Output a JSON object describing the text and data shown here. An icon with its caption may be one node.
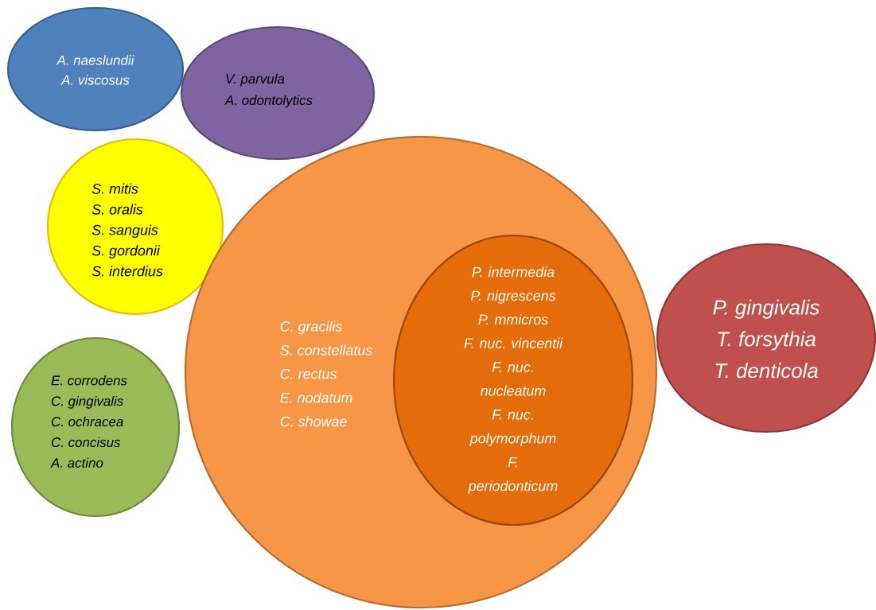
{
  "diagram": {
    "nodes": [
      {
        "text": [
          "A. naeslundii",
          "A. viscosus"
        ]
      },
      {
        "text": [
          "V. parvula",
          "A. odontolytics"
        ]
      },
      {
        "text": [
          "S. mitis",
          "S. oralis",
          "S. sanguis",
          "S. gordonii",
          "S. interdius"
        ]
      },
      {
        "text": [
          "C. gracilis",
          "S. constellatus",
          "C. rectus",
          "E. nodatum",
          "C. showae"
        ]
      },
      {
        "text": [
          "P. intermedia",
          "P. nigrescens",
          "P. mmicros",
          "F. nuc. vincentii",
          "F. nuc. nucleatum",
          "F. nuc. polymorphum",
          "F. periodonticum"
        ],
        "in": 3
      },
      {
        "text": [
          "E. corrodens",
          "C. gingivalis",
          "C. ochracea",
          "C. concisus",
          "A. actino"
        ]
      },
      {
        "text": [
          "P. gingivalis",
          "T. forsythia",
          "T. denticola"
        ]
      }
    ]
  }
}
